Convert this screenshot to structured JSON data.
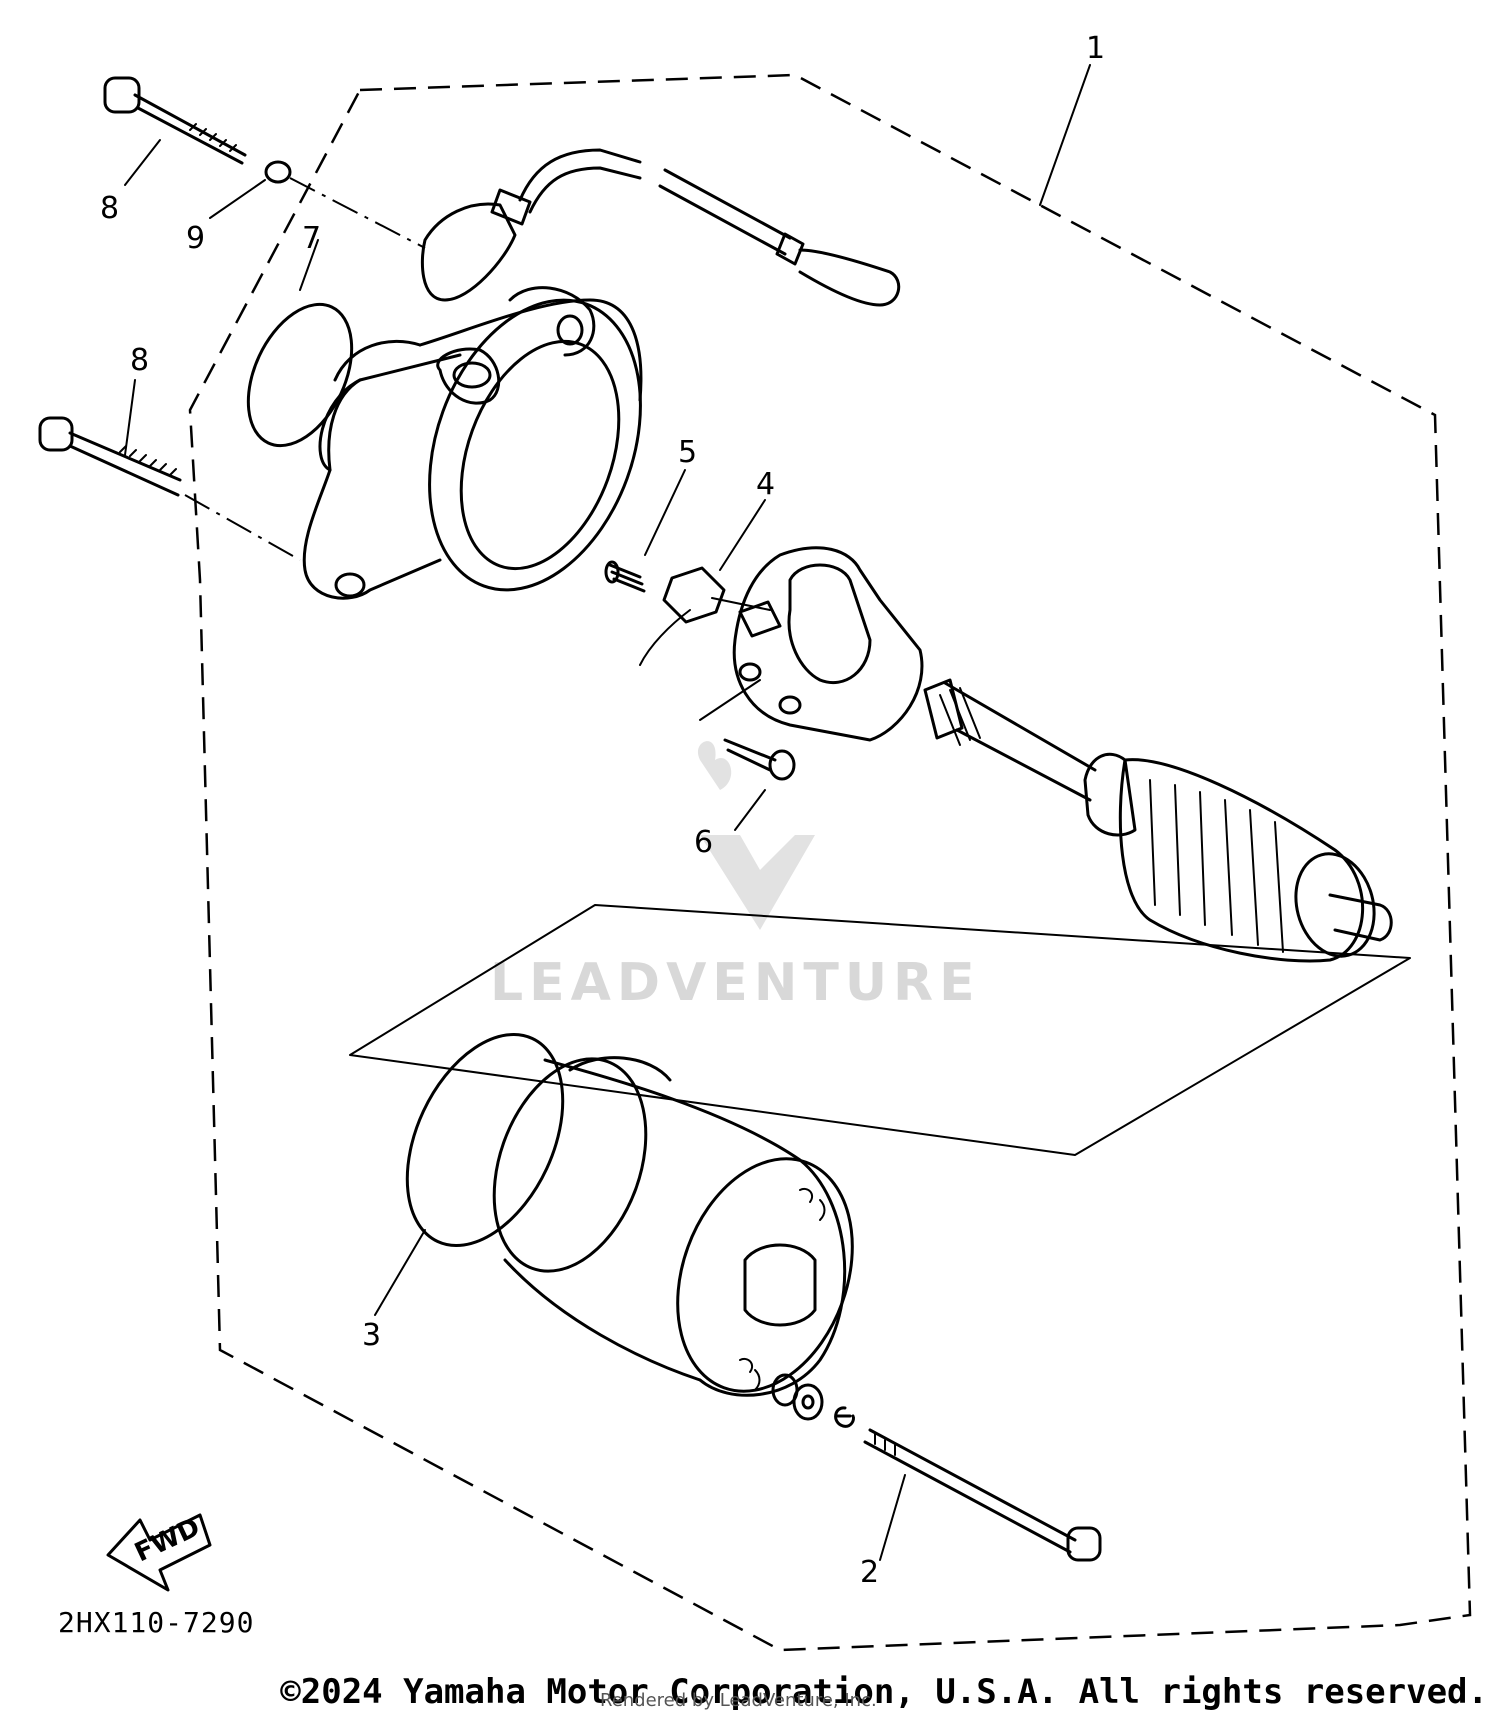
{
  "diagram": {
    "callouts": {
      "c1": "1",
      "c2": "2",
      "c3": "3",
      "c4": "4",
      "c5": "5",
      "c6": "6",
      "c7": "7",
      "c8a": "8",
      "c8b": "8",
      "c9": "9"
    },
    "part_code": "2HX110-7290",
    "fwd_label": "FWD",
    "watermark": "LEADVENTURE"
  },
  "footer": {
    "copyright": "©2024 Yamaha Motor Corporation, U.S.A. All rights reserved.",
    "rendered_by": "Rendered by LeadVenture, Inc."
  }
}
